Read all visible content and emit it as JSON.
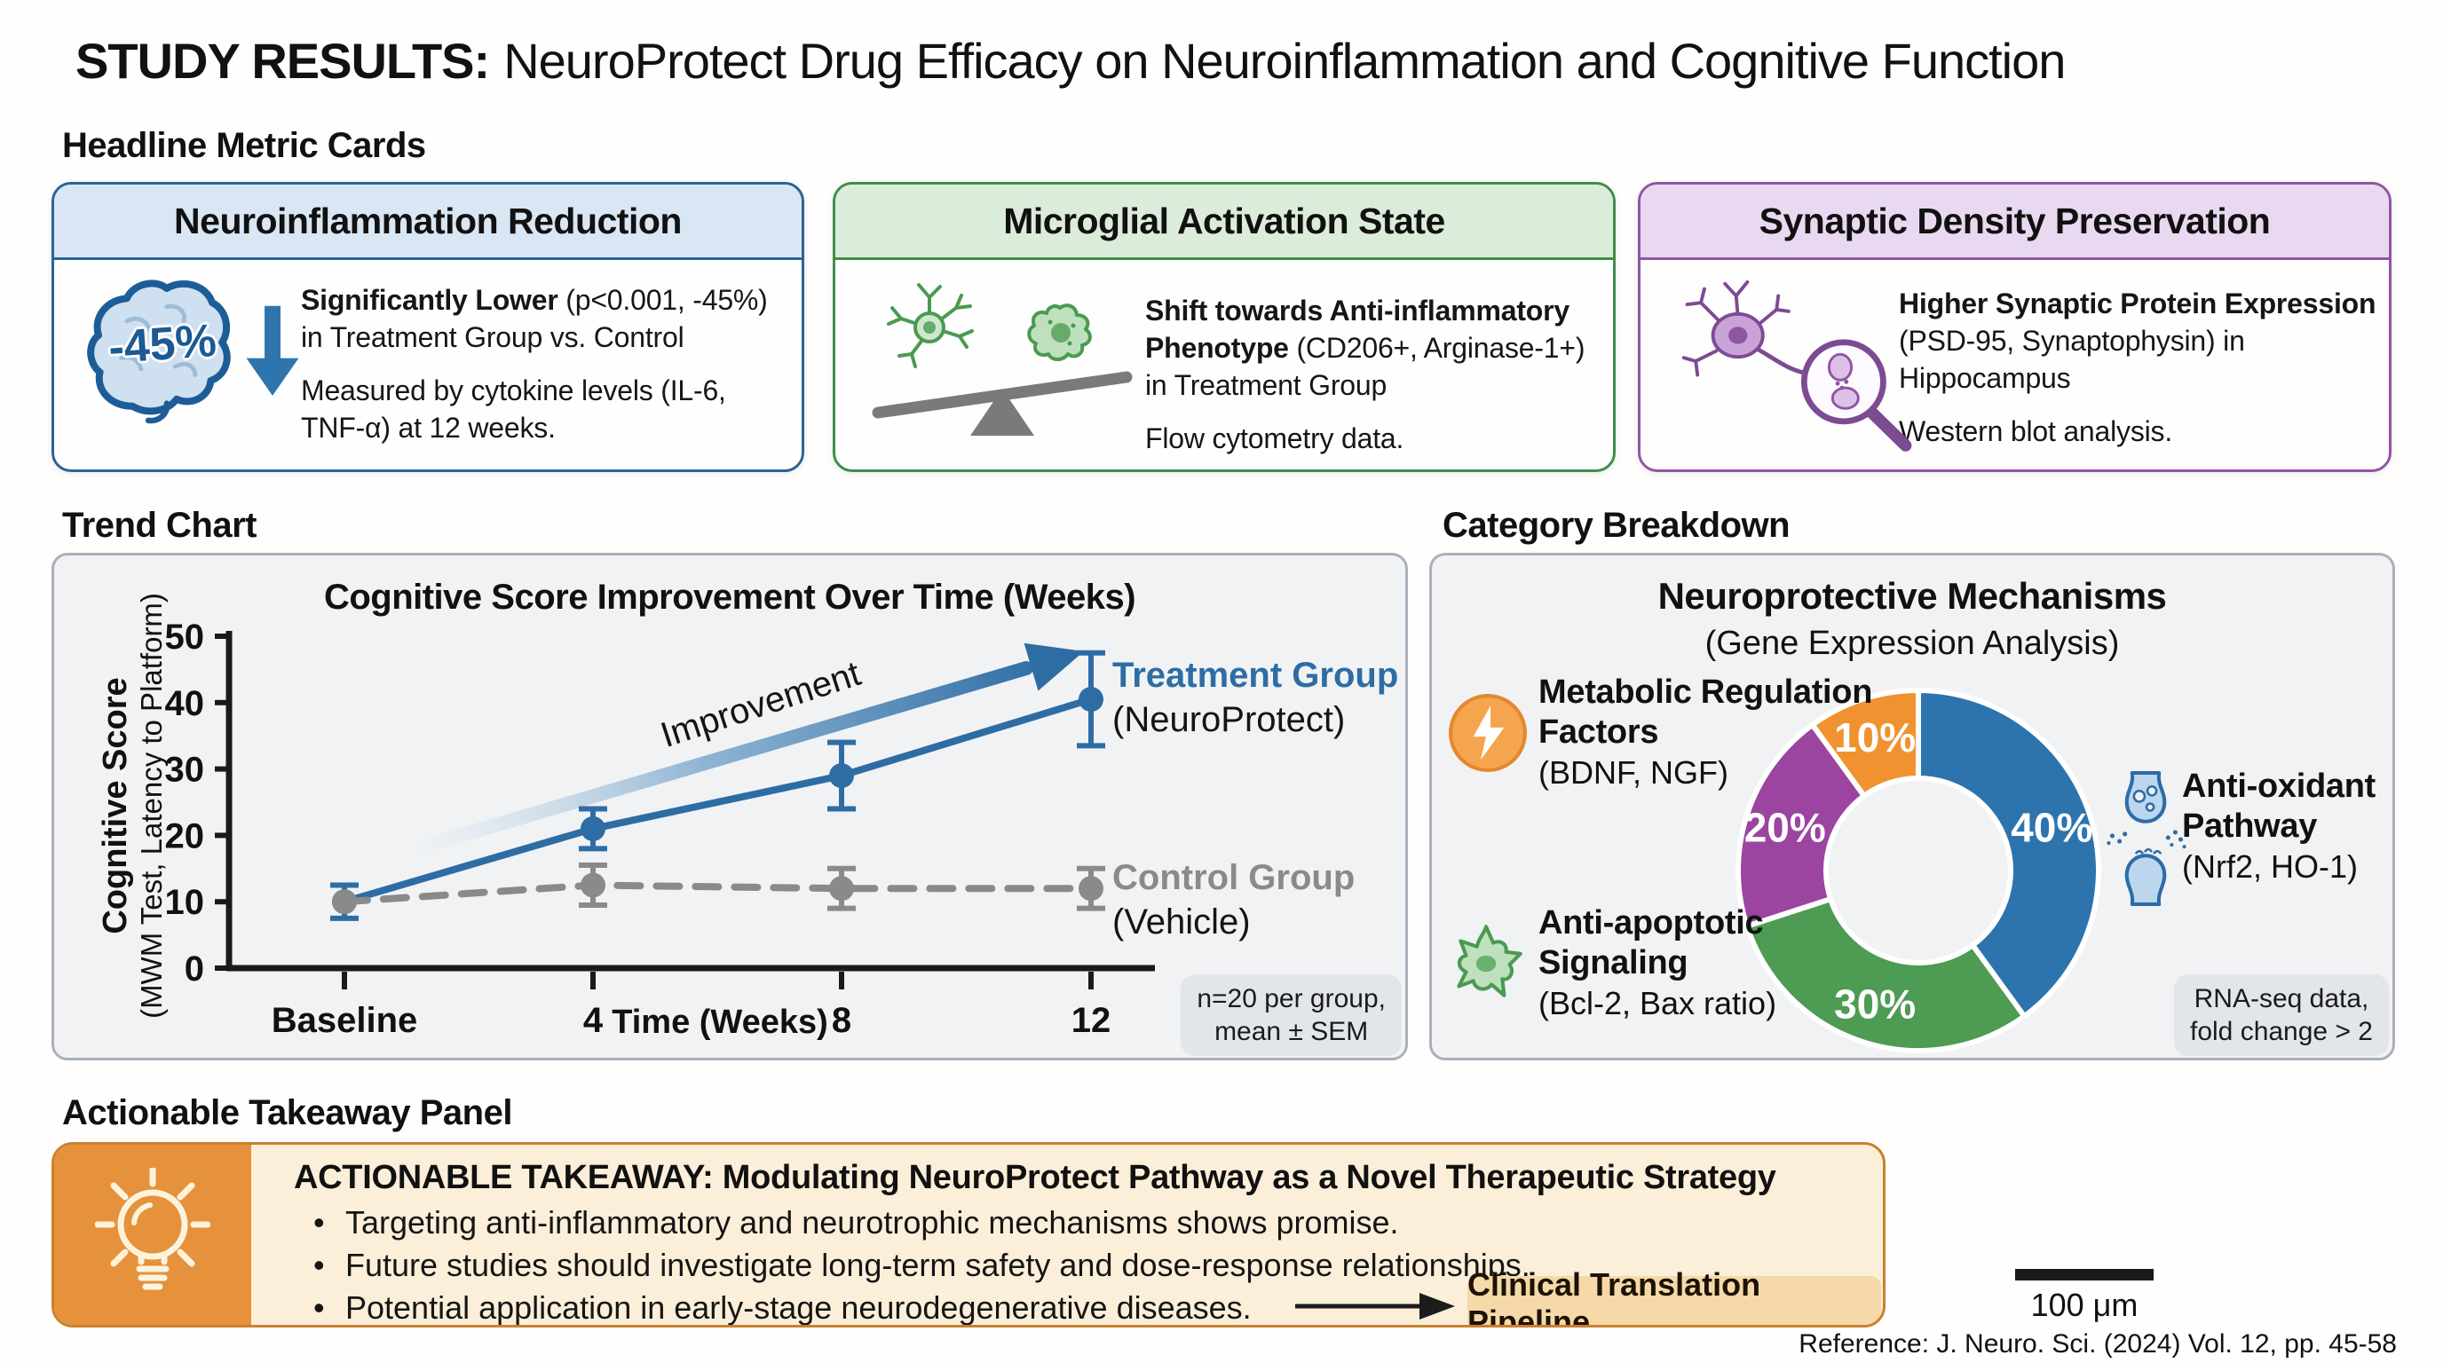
{
  "title": {
    "prefix": "STUDY RESULTS:",
    "rest": "NeuroProtect Drug Efficacy on Neuroinflammation and Cognitive Function"
  },
  "sections": {
    "headline": "Headline Metric Cards",
    "trend": "Trend Chart",
    "category": "Category Breakdown",
    "takeaway": "Actionable Takeaway Panel"
  },
  "cards": [
    {
      "title": "Neuroinflammation Reduction",
      "accent": "#2a6496",
      "badge": "-45%",
      "line1_bold": "Significantly Lower",
      "line1_rest": " (p<0.001, -45%) in Treatment Group vs. Control",
      "line2": "Measured by cytokine levels (IL-6, TNF-α) at 12 weeks."
    },
    {
      "title": "Microglial Activation State",
      "accent": "#3f8e4a",
      "line1_bold": "Shift towards Anti-inflammatory Phenotype",
      "line1_rest": " (CD206+, Arginase-1+) in Treatment Group",
      "line2": "Flow cytometry data."
    },
    {
      "title": "Synaptic Density Preservation",
      "accent": "#9156a2",
      "line1_bold": "Higher Synaptic Protein Expression",
      "line1_rest": " (PSD-95, Synaptophysin) in Hippocampus",
      "line2": "Western blot analysis."
    }
  ],
  "trend": {
    "note_line1": "n=20 per group,",
    "note_line2": "mean ± SEM"
  },
  "category": {
    "labels": [
      {
        "icon": "lightning-icon",
        "line1": "Metabolic Regulation",
        "line2": "Factors",
        "sub": "(BDNF, NGF)"
      },
      {
        "icon": "cell-icon",
        "line1": "Anti-apoptotic",
        "line2": "Signaling",
        "sub": "(Bcl-2, Bax ratio)"
      },
      {
        "icon": "synapse-icon",
        "line1": "Anti-oxidant",
        "line2": "Pathway",
        "sub": "(Nrf2, HO-1)"
      }
    ],
    "badge_line1": "RNA-seq data,",
    "badge_line2": "fold change > 2"
  },
  "takeaway": {
    "heading": "ACTIONABLE TAKEAWAY: Modulating NeuroProtect Pathway as a Novel Therapeutic Strategy",
    "bullets": [
      "Targeting anti-inflammatory and neurotrophic mechanisms shows promise.",
      "Future studies should investigate long-term safety and dose-response relationships.",
      "Potential application in early-stage neurodegenerative diseases."
    ],
    "pipeline_badge": "Clinical Translation Pipeline"
  },
  "footer": {
    "scale_label": "100 μm",
    "reference": "Reference: J. Neuro. Sci. (2024) Vol. 12, pp. 45-58"
  },
  "chart_data": [
    {
      "type": "line",
      "title": "Cognitive Score Improvement Over Time (Weeks)",
      "xlabel": "Time (Weeks)",
      "ylabel": "Cognitive Score",
      "ylabel_sub": "(MWM Test, Latency to Platform)",
      "x_categories": [
        "Baseline",
        "4",
        "8",
        "12"
      ],
      "ylim": [
        0,
        50
      ],
      "yticks": [
        0,
        10,
        20,
        30,
        40,
        50
      ],
      "series": [
        {
          "name": "Treatment Group",
          "sublabel": "(NeuroProtect)",
          "color": "#2e6da4",
          "style": "solid",
          "values": [
            10,
            21,
            29,
            40.5
          ],
          "sem": [
            2.5,
            3,
            5,
            7
          ]
        },
        {
          "name": "Control Group",
          "sublabel": "(Vehicle)",
          "color": "#8a8a8a",
          "style": "dashed",
          "values": [
            10,
            12.5,
            12,
            12
          ],
          "sem": [
            null,
            3,
            3,
            3
          ]
        }
      ],
      "annotation": "Improvement",
      "note": "n=20 per group, mean ± SEM",
      "grid": false,
      "legend_position": "right"
    },
    {
      "type": "donut",
      "title": "Neuroprotective Mechanisms",
      "subtitle": "(Gene Expression Analysis)",
      "slices": [
        {
          "label": "Anti-oxidant Pathway",
          "sublabel": "(Nrf2, HO-1)",
          "value": 40,
          "color": "#2d74ae"
        },
        {
          "label": "Anti-apoptotic Signaling",
          "sublabel": "(Bcl-2, Bax ratio)",
          "value": 30,
          "color": "#4e9b53"
        },
        {
          "label": null,
          "sublabel": null,
          "value": 20,
          "color": "#9b44a0"
        },
        {
          "label": "Metabolic Regulation Factors",
          "sublabel": "(BDNF, NGF)",
          "value": 10,
          "color": "#f0922f"
        }
      ],
      "note": "RNA-seq data, fold change > 2"
    }
  ]
}
